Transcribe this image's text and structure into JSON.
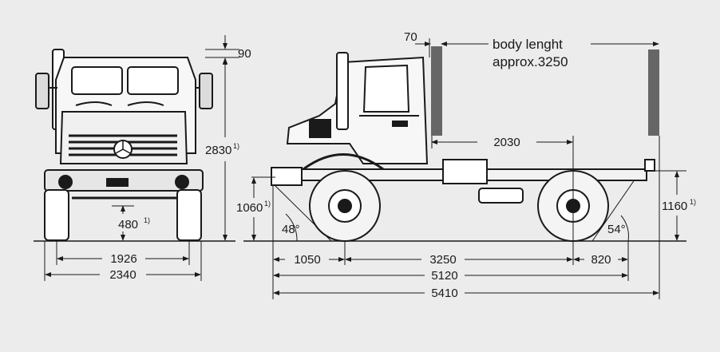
{
  "labels": {
    "body_length_title": "body lenght",
    "body_length_value": "approx.3250",
    "d_90": "90",
    "d_70": "70",
    "d_2830": "2830",
    "d_480": "480",
    "d_1926": "1926",
    "d_2340": "2340",
    "d_2030": "2030",
    "d_1060": "1060",
    "d_1160": "1160",
    "a_48": "48°",
    "a_54": "54°",
    "d_1050": "1050",
    "d_3250": "3250",
    "d_820": "820",
    "d_5120": "5120",
    "d_5410": "5410",
    "footnote_mark": "1)"
  },
  "colors": {
    "background": "#ececec",
    "line": "#1a1a1a",
    "body_marker": "#666666"
  }
}
